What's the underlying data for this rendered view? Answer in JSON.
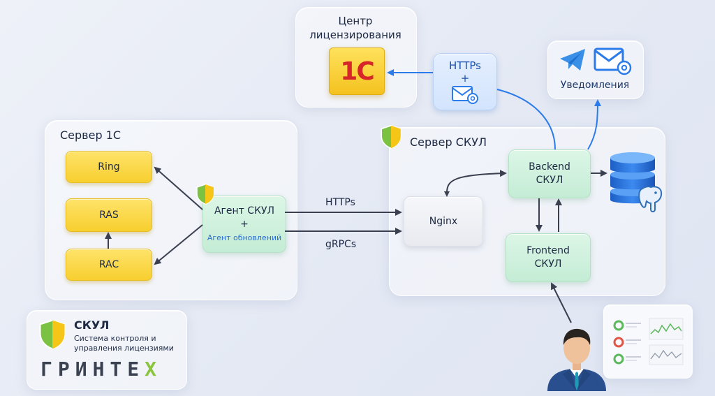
{
  "licensing": {
    "title": "Центр лицензирования",
    "logo_text": "1С"
  },
  "channel": {
    "https": "HTTPs",
    "plus": "+"
  },
  "notifications": {
    "label": "Уведомления"
  },
  "server1c": {
    "title": "Сервер 1С",
    "ring": "Ring",
    "ras": "RAS",
    "rac": "RAC",
    "agent_line1": "Агент СКУЛ",
    "agent_plus": "+",
    "agent_line2": "Агент обновлений"
  },
  "links": {
    "https": "HTTPs",
    "grpc": "gRPCs"
  },
  "skul_server": {
    "title": "Сервер СКУЛ",
    "nginx": "Nginx",
    "backend_line1": "Backend",
    "backend_line2": "СКУЛ",
    "frontend_line1": "Frontend",
    "frontend_line2": "СКУЛ"
  },
  "brand": {
    "name": "СКУЛ",
    "tagline_line1": "Система контроля и",
    "tagline_line2": "управления лицензиями",
    "company": "ГРИНТЕ",
    "company_mark": "Х"
  },
  "colors": {
    "blue_accent": "#2b7bea",
    "arrow_dark": "#3a4050",
    "shield_green": "#7cc242",
    "shield_yellow": "#f5c518",
    "brand_green": "#8bc43f"
  },
  "icons": [
    "shield-icon",
    "telegram-icon",
    "mail-icon",
    "database-icon",
    "postgres-elephant-icon",
    "user-avatar-icon",
    "dashboard-preview"
  ]
}
